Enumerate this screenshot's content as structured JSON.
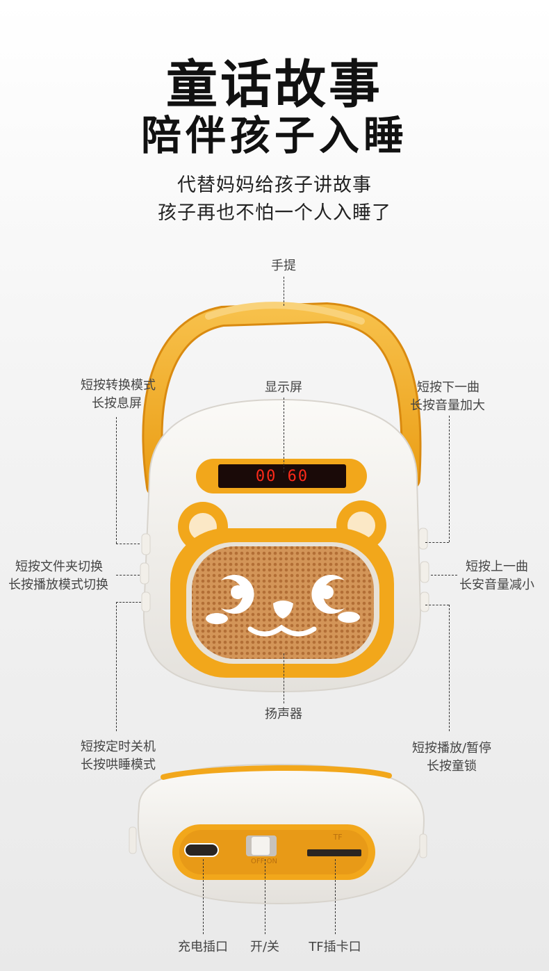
{
  "headline": {
    "line1": "童话故事",
    "line2": "陪伴孩子入睡",
    "sub1": "代替妈妈给孩子讲故事",
    "sub2": "孩子再也不怕一个人入睡了"
  },
  "labels": {
    "handle": "手提",
    "display": "显示屏",
    "left_top_1": "短按转换模式",
    "left_top_2": "长按息屏",
    "right_top_1": "短按下一曲",
    "right_top_2": "长按音量加大",
    "left_mid_1": "短按文件夹切换",
    "left_mid_2": "长按播放模式切换",
    "right_mid_1": "短按上一曲",
    "right_mid_2": "长安音量减小",
    "speaker": "扬声器",
    "left_bot_1": "短按定时关机",
    "left_bot_2": "长按哄睡模式",
    "right_bot_1": "短按播放/暂停",
    "right_bot_2": "长按童锁",
    "charge": "充电插口",
    "power": "开/关",
    "tf": "TF插卡口"
  },
  "device": {
    "display_readout": "00 60",
    "switch_text": "OFF ON",
    "tf_text": "TF"
  },
  "colors": {
    "body": "#f2f0ec",
    "accent": "#f2a71b",
    "accent_dark": "#e0901a",
    "grille": "#d99a5a",
    "led": "#ff2a1a"
  }
}
